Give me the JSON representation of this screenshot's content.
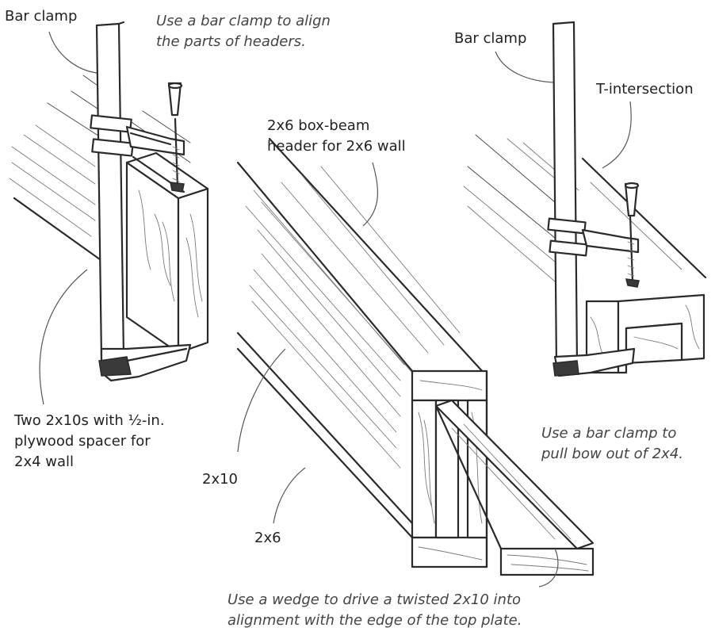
{
  "labels": {
    "bar_clamp_left": "Bar clamp",
    "caption_align": "Use a bar clamp to align\nthe parts of headers.",
    "bar_clamp_right": "Bar clamp",
    "t_intersection": "T-intersection",
    "box_beam": "2x6 box-beam\nheader for 2x6 wall",
    "two_2x10s": "Two 2x10s with ½-in.\nplywood spacer for\n2x4 wall",
    "caption_bow": "Use a bar clamp to\npull bow out of 2x4.",
    "label_2x10": "2x10",
    "label_2x6": "2x6",
    "caption_wedge": "Use a wedge to drive a twisted 2x10 into\nalignment with the edge of the top plate."
  },
  "colors": {
    "ink": "#2a2a2a",
    "caption": "#444444",
    "background": "#ffffff"
  }
}
